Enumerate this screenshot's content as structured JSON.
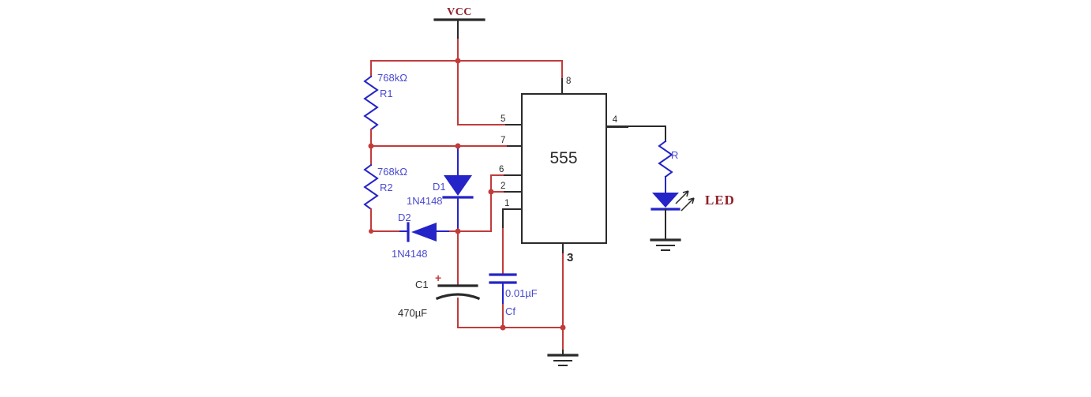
{
  "labels": {
    "vcc": "VCC",
    "r1_value": "768kΩ",
    "r1_ref": "R1",
    "r2_value": "768kΩ",
    "r2_ref": "R2",
    "d1_ref": "D1",
    "d1_part": "1N4148",
    "d2_ref": "D2",
    "d2_part": "1N4148",
    "ic": "555",
    "pin8": "8",
    "pin5": "5",
    "pin7": "7",
    "pin6": "6",
    "pin2": "2",
    "pin1": "1",
    "pin4": "4",
    "pin3": "3",
    "c1_ref": "C1",
    "c1_plus": "+",
    "c1_value": "470µF",
    "cf_value": "0.01µF",
    "cf_ref": "Cf",
    "r_ref": "R",
    "led": "LED"
  },
  "colors": {
    "wire_red": "#c23b3b",
    "component_blue": "#2424c8",
    "label_blue": "#4a4ad0",
    "dark_red": "#8f1f2b",
    "ink": "#2a2a2a"
  }
}
